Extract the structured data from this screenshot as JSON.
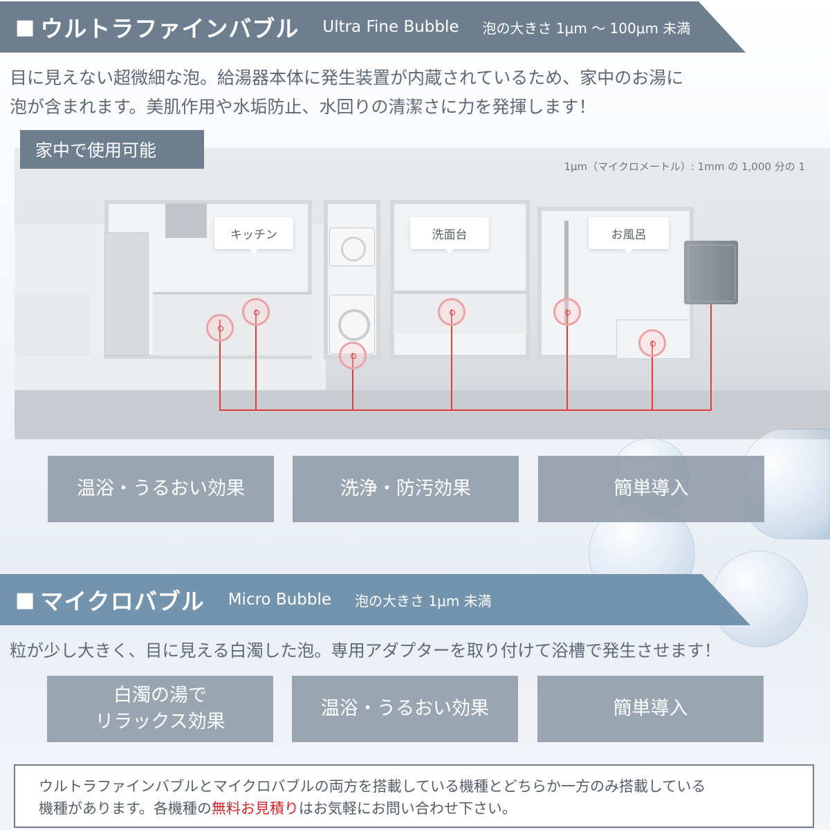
{
  "ultra_fine": {
    "square": "■",
    "title": "ウルトラファインバブル",
    "en": "Ultra Fine Bubble",
    "size": "泡の大きさ 1μm ～ 100μm 未満",
    "desc_line1": "目に見えない超微細な泡。給湯器本体に発生装置が内蔵されているため、家中のお湯に",
    "desc_line2": "泡が含まれます。美肌作用や水垢防止、水回りの清潔さに力を発揮します！",
    "tag": "家中で使用可能",
    "scene_note": "1μm（マイクロメートル）: 1mm の 1,000 分の 1",
    "locations": [
      "キッチン",
      "洗面台",
      "お風呂"
    ],
    "features": [
      "温浴・うるおい効果",
      "洗浄・防汚効果",
      "簡単導入"
    ]
  },
  "micro": {
    "square": "■",
    "title": "マイクロバブル",
    "en": "Micro Bubble",
    "size": "泡の大きさ 1μm 未満",
    "desc": "粒が少し大きく、目に見える白濁した泡。専用アダプターを取り付けて浴槽で発生させます！",
    "feature1_line1": "白濁の湯で",
    "feature1_line2": "リラックス効果",
    "feature2": "温浴・うるおい効果",
    "feature3": "簡単導入"
  },
  "note": {
    "line1": "ウルトラファインバブルとマイクロバブルの両方を搭載している機種とどちらか一方のみ搭載している",
    "line2_prefix": "機種があります。各機種の",
    "line2_highlight": "無料お見積り",
    "line2_suffix": "はお気軽にお問い合わせ下さい。",
    "highlight_color": "#d4262a"
  },
  "colors": {
    "ufb_banner": "#6d7f8f",
    "mb_banner": "#7493ad",
    "feature_box": "#99a5b0",
    "pipe": "#e23b3b"
  }
}
